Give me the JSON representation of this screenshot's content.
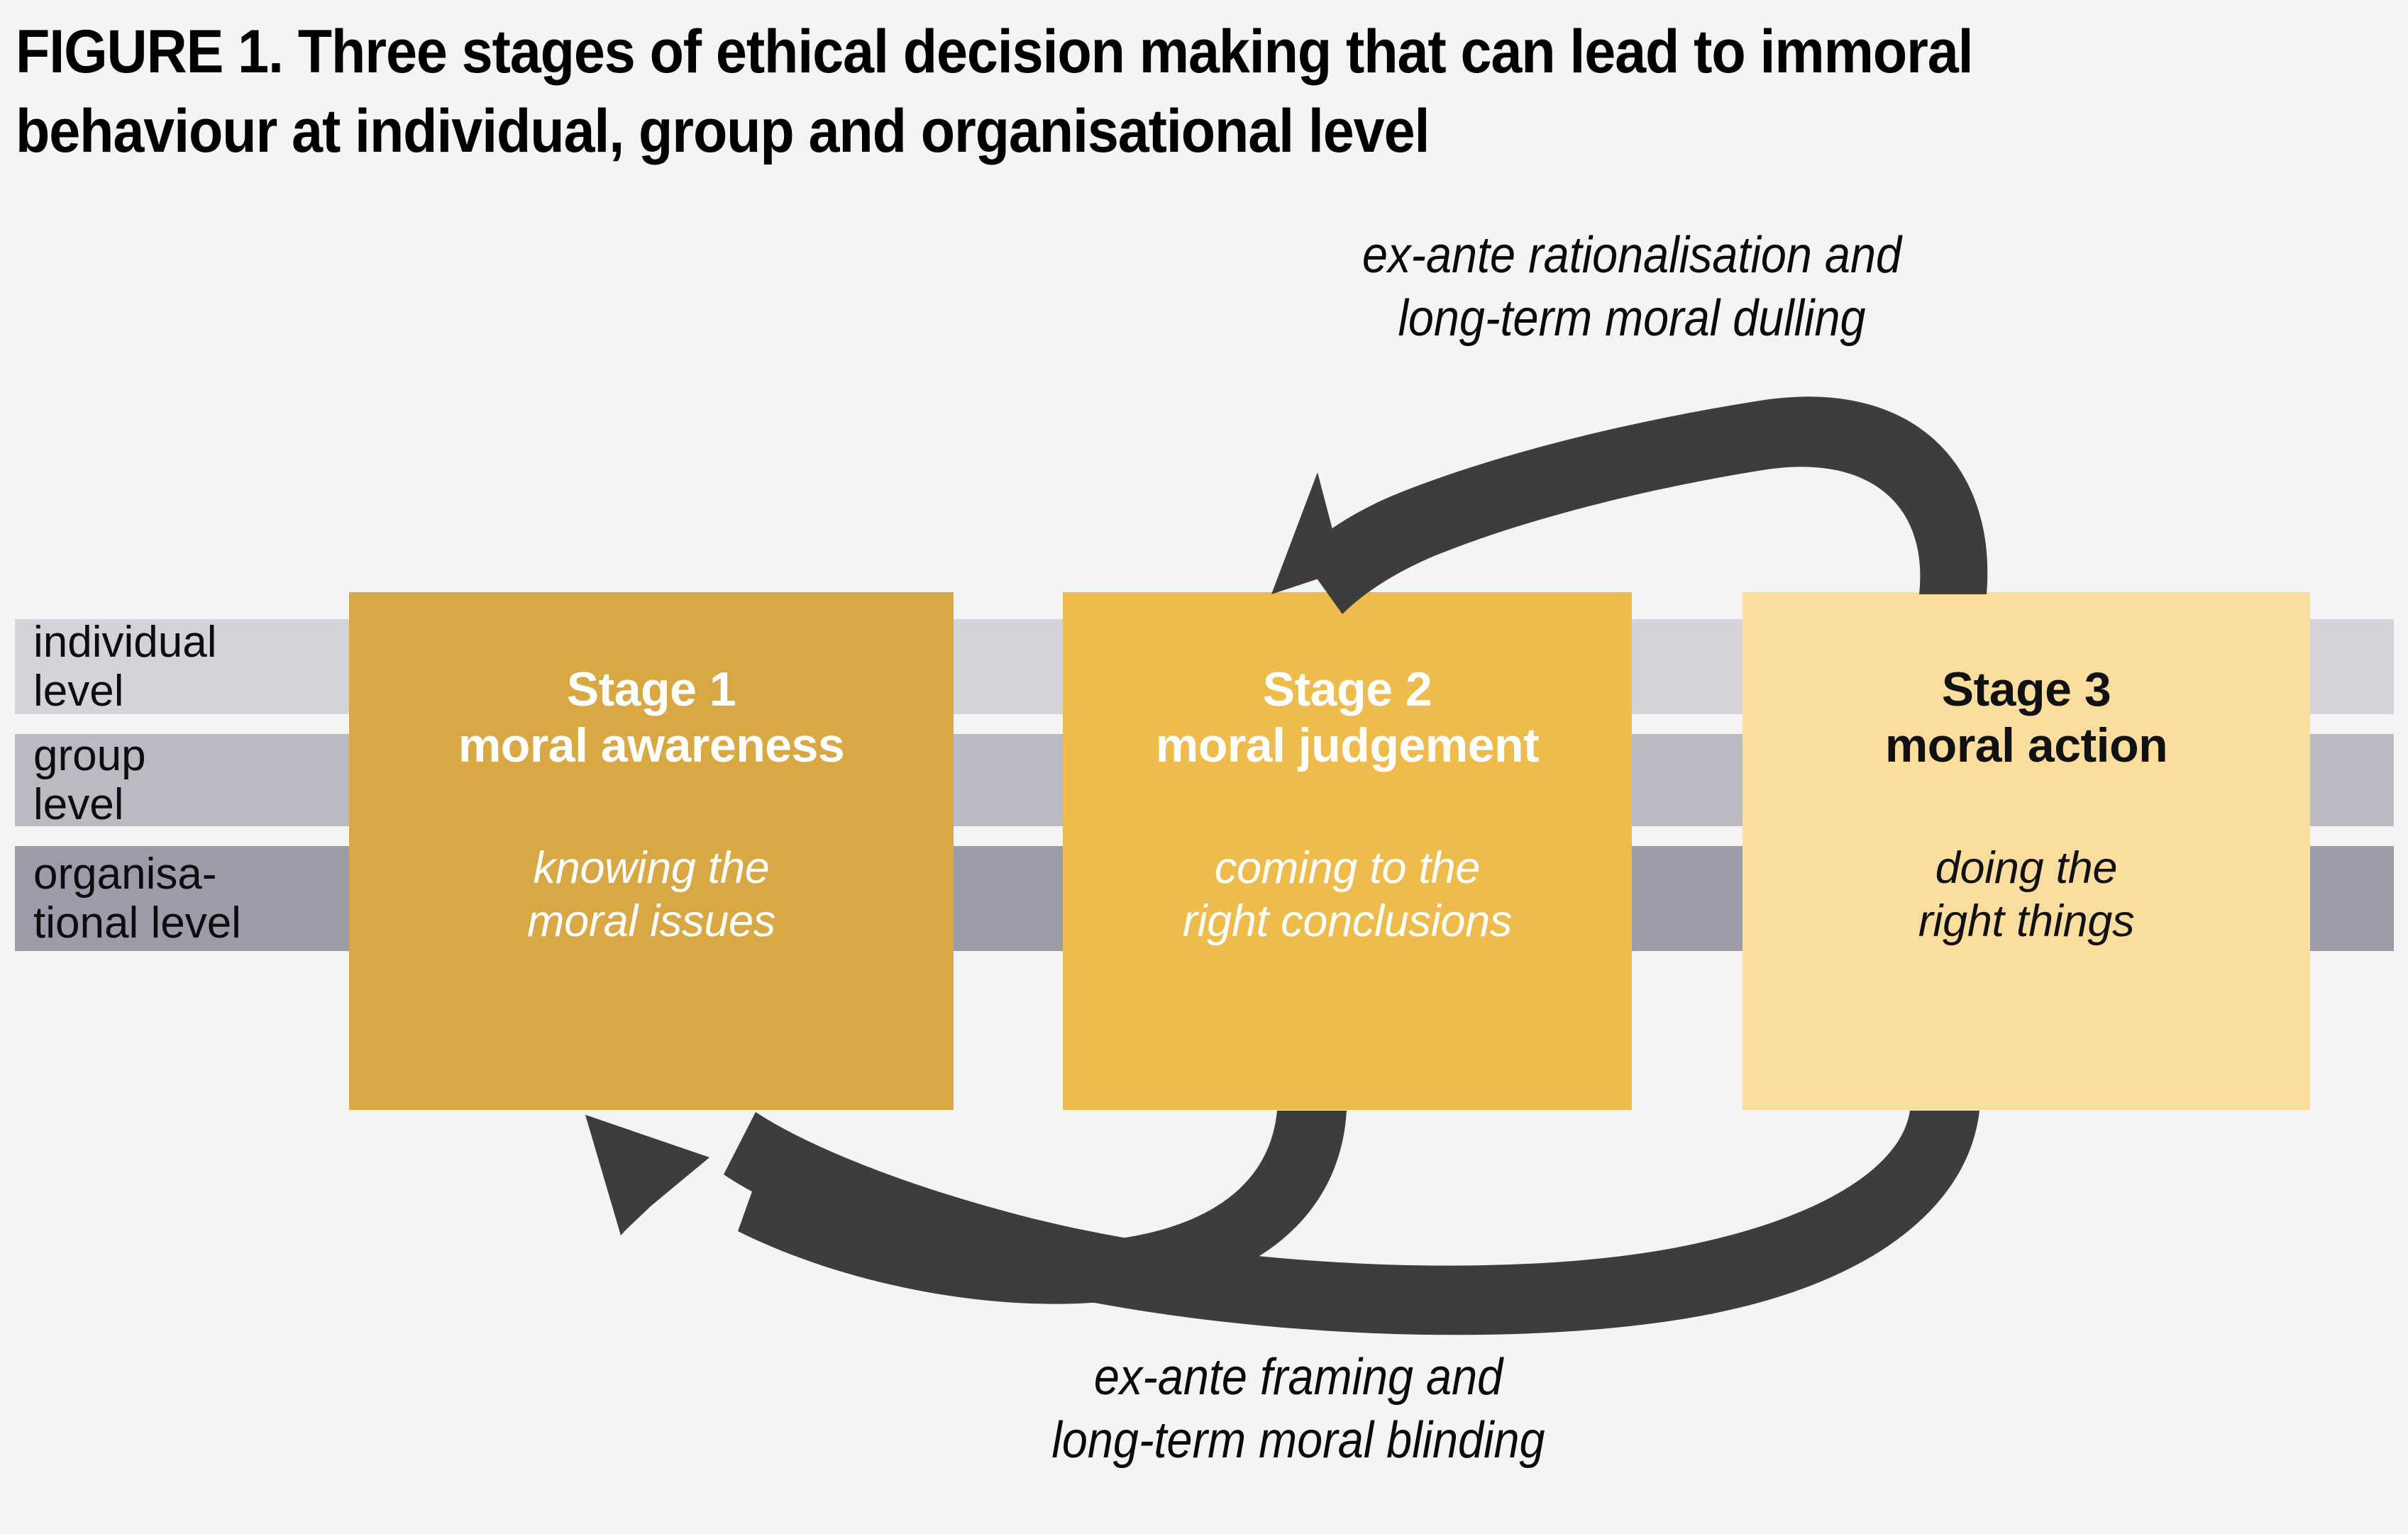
{
  "figure": {
    "title_line_1": "FIGURE 1. Three stages of ethical decision making that can lead to immoral",
    "title_line_2": "behaviour at individual, group and organisational level"
  },
  "levels": [
    {
      "id": "individual",
      "label": "individual\nlevel",
      "color": "#d3d3d9"
    },
    {
      "id": "group",
      "label": "group\nlevel",
      "color": "#babac3"
    },
    {
      "id": "organisational",
      "label": "organisa-\ntional level",
      "color": "#9c9ca8"
    }
  ],
  "stages": [
    {
      "id": "stage-1",
      "title": "Stage 1\nmoral awareness",
      "subtitle": "knowing the\nmoral issues",
      "fill": "#d8a845",
      "text_color": "#ffffff"
    },
    {
      "id": "stage-2",
      "title": "Stage 2\nmoral judgement",
      "subtitle": "coming to the\nright conclusions",
      "fill": "#eebc4d",
      "text_color": "#ffffff"
    },
    {
      "id": "stage-3",
      "title": "Stage 3\nmoral action",
      "subtitle": "doing the\nright things",
      "fill": "#fbdd9d",
      "text_color": "#111111"
    }
  ],
  "arrows": [
    {
      "id": "top-feedback-arrow",
      "caption": "ex-ante rationalisation and\nlong-term moral dulling",
      "from": "Stage 3",
      "to": "Stage 2",
      "color": "#3d3d3d"
    },
    {
      "id": "bottom-feedback-arrow",
      "caption": "ex-ante framing and\nlong-term moral blinding",
      "from": "Stage 2 and Stage 3",
      "to": "Stage 1",
      "color": "#3d3d3d"
    }
  ],
  "colors": {
    "background": "#f4f4f4",
    "arrow": "#3d3d3d",
    "title_text": "#000000"
  }
}
